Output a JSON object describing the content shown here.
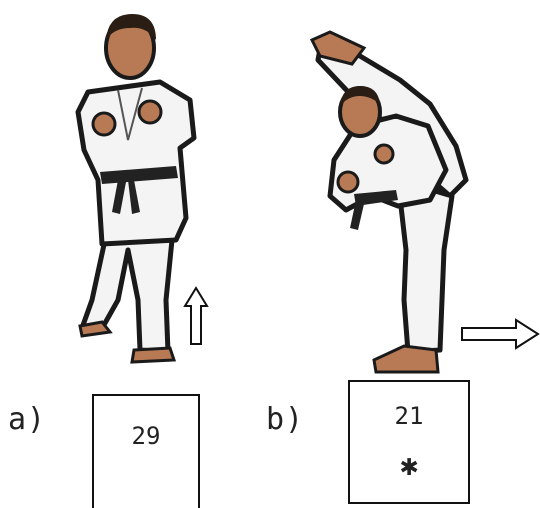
{
  "panels": [
    {
      "label": "a)",
      "box_value": "29",
      "box_mark": "",
      "pose": "fighting-stance",
      "arrow": "up"
    },
    {
      "label": "b)",
      "box_value": "21",
      "box_mark": "✱",
      "pose": "high-kick",
      "arrow": "right"
    }
  ],
  "colors": {
    "uniform": "#f4f4f4",
    "outline": "#1a1a1a",
    "skin": "#b77a55",
    "hair": "#2a1d14",
    "belt": "#222222"
  }
}
